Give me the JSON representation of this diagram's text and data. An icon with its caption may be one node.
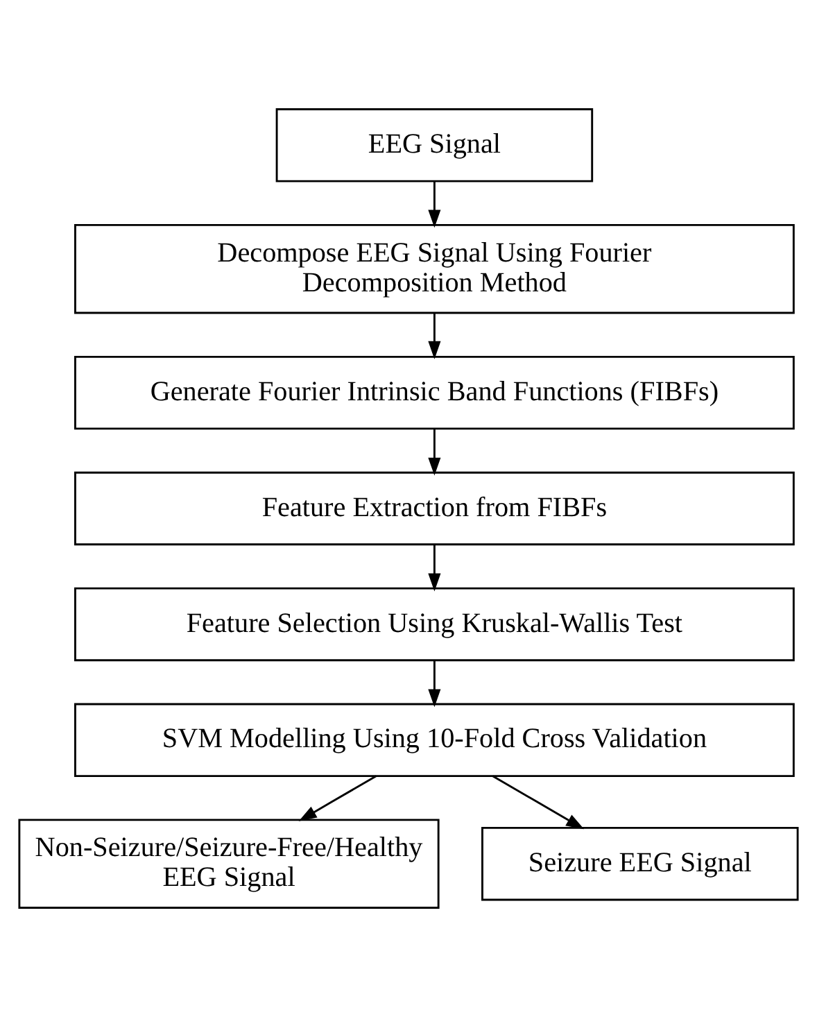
{
  "diagram": {
    "nodes": [
      {
        "text": [
          "EEG Signal"
        ]
      },
      {
        "text": [
          "Decompose EEG Signal Using Fourier Decomposition Method"
        ]
      },
      {
        "text": [
          "Generate Fourier Intrinsic Band Functions (FIBFs)"
        ]
      },
      {
        "text": [
          "Feature Extraction from FIBFs"
        ]
      },
      {
        "text": [
          "Feature Selection Using Kruskal-Wallis Test"
        ]
      },
      {
        "text": [
          "SVM Modelling Using 10-Fold Cross Validation"
        ]
      },
      {
        "text": [
          "Non-Seizure/Seizure-Free/Healthy EEG Signal"
        ]
      },
      {
        "text": [
          "Seizure EEG Signal"
        ]
      }
    ],
    "edges": [
      {
        "from": 0,
        "to": 1,
        "arrow": "to"
      },
      {
        "from": 1,
        "to": 2,
        "arrow": "to"
      },
      {
        "from": 2,
        "to": 3,
        "arrow": "to"
      },
      {
        "from": 3,
        "to": 4,
        "arrow": "to"
      },
      {
        "from": 4,
        "to": 5,
        "arrow": "to"
      },
      {
        "from": 5,
        "to": 6,
        "arrow": "to"
      },
      {
        "from": 5,
        "to": 7,
        "arrow": "to"
      }
    ]
  }
}
